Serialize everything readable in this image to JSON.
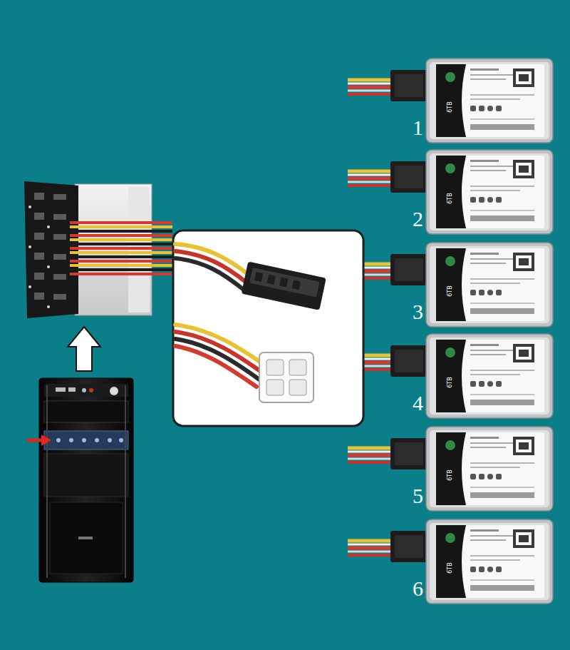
{
  "diagram": {
    "nodes": [
      {
        "text": [
          "6TB",
          "1"
        ]
      },
      {
        "text": [
          "6TB",
          "2"
        ]
      },
      {
        "text": [
          "6TB",
          "3"
        ]
      },
      {
        "text": [
          "6TB",
          "4"
        ]
      },
      {
        "text": [
          "6TB",
          "5"
        ]
      },
      {
        "text": [
          "6TB",
          "6"
        ]
      }
    ]
  }
}
